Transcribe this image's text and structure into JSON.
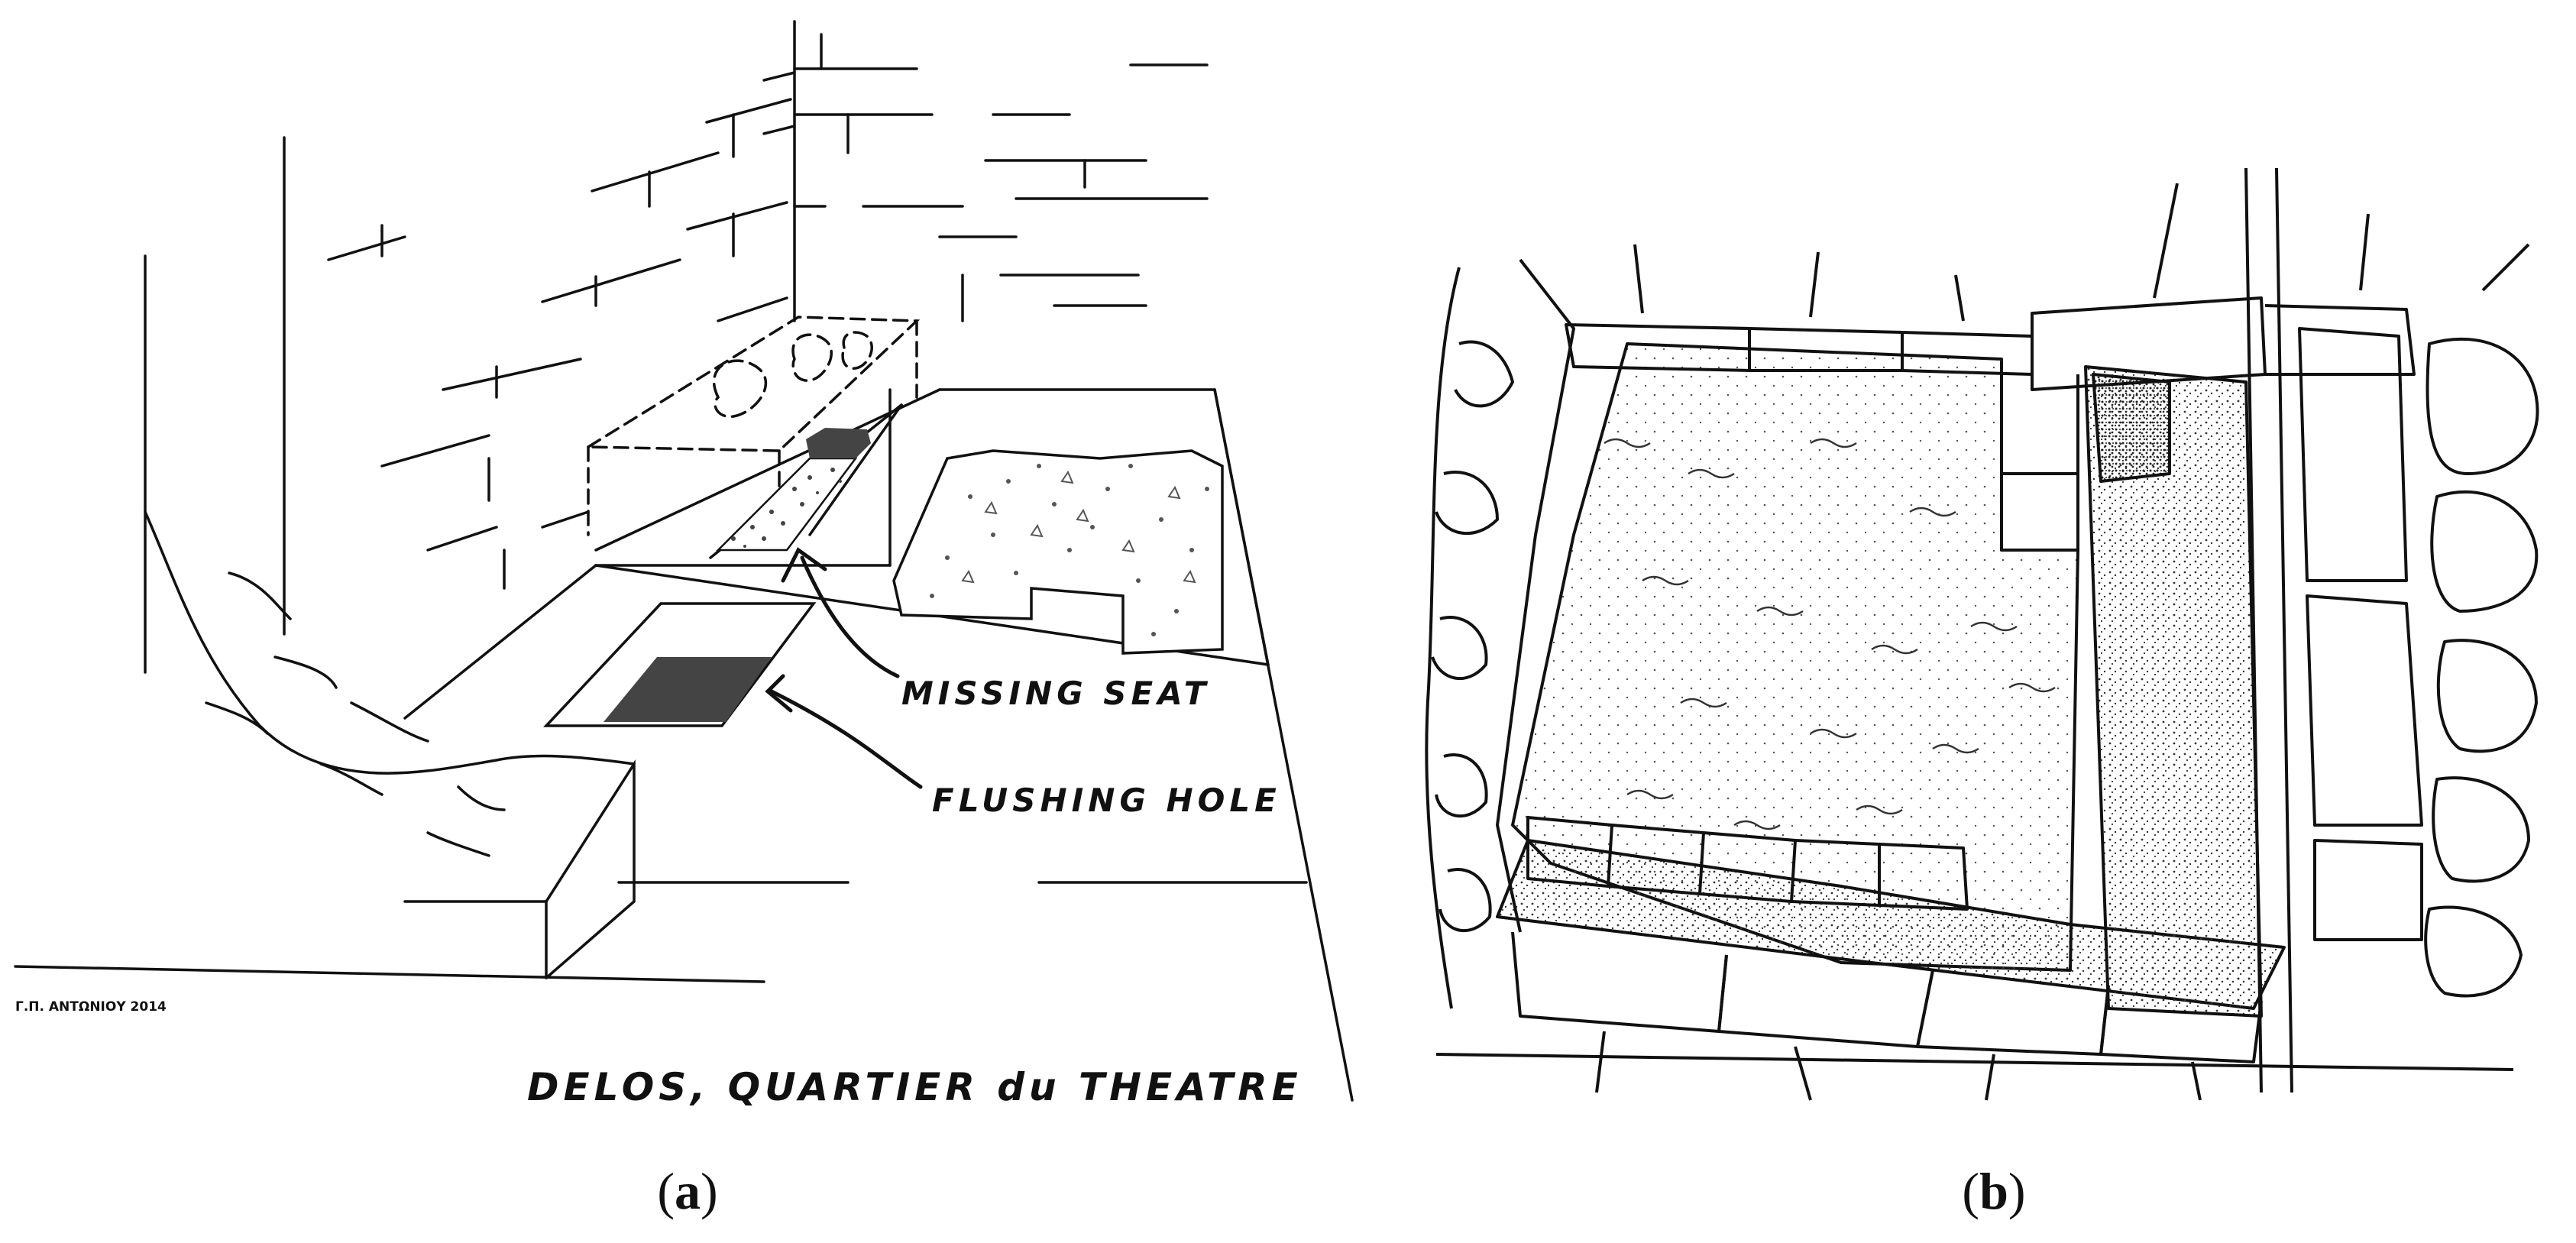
{
  "panel_a": {
    "label_missing_seat": "MISSING SEAT",
    "label_flushing_hole": "FLUSHING HOLE",
    "credit": "Γ.Π. ΑΝΤΩΝΙΟΥ 2014",
    "site_title": "DELOS, QUARTIER du THEATRE",
    "caption_letter": "a"
  },
  "panel_b": {
    "caption_letter": "b"
  }
}
